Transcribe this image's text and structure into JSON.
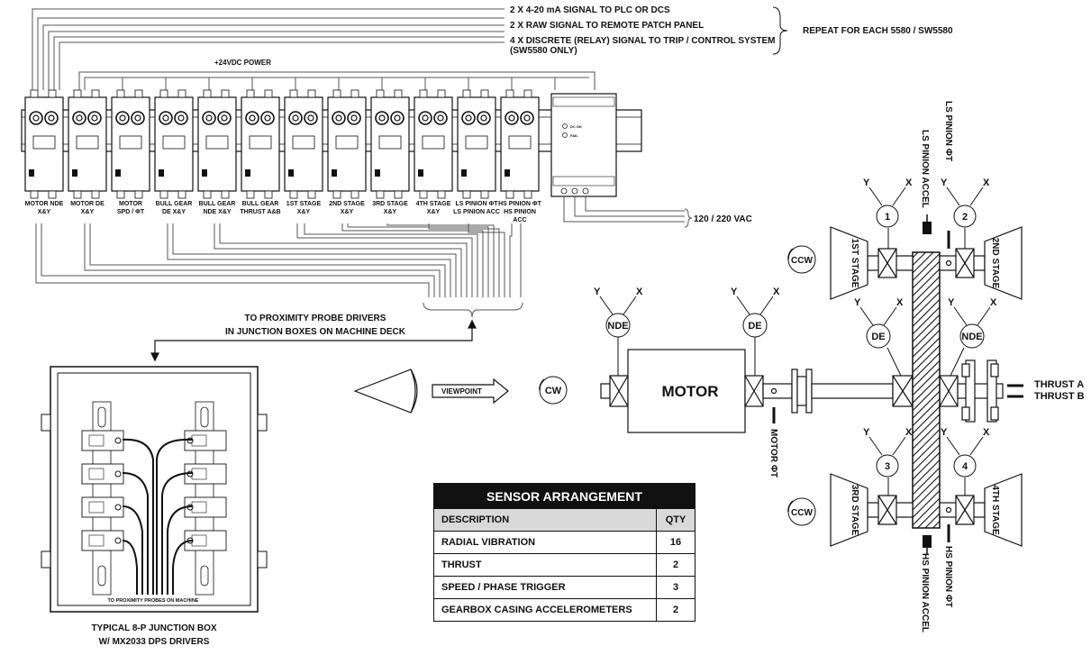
{
  "signals": {
    "line1": "2 X 4-20 mA SIGNAL TO PLC OR DCS",
    "line2": "2 X RAW SIGNAL TO REMOTE PATCH PANEL",
    "line3": "4 X DISCRETE (RELAY) SIGNAL TO TRIP / CONTROL SYSTEM",
    "line4": "(SW5580 ONLY)",
    "repeat": "REPEAT FOR EACH 5580 / SW5580"
  },
  "power_label": "+24VDC POWER",
  "ac_label": "120 / 220 VAC",
  "modules": [
    {
      "line1": "MOTOR NDE",
      "line2": "X&Y"
    },
    {
      "line1": "MOTOR DE",
      "line2": "X&Y"
    },
    {
      "line1": "MOTOR",
      "line2": "SPD / ΦT"
    },
    {
      "line1": "BULL GEAR",
      "line2": "DE X&Y"
    },
    {
      "line1": "BULL GEAR",
      "line2": "NDE X&Y"
    },
    {
      "line1": "BULL GEAR",
      "line2": "THRUST A&B"
    },
    {
      "line1": "1ST STAGE",
      "line2": "X&Y"
    },
    {
      "line1": "2ND STAGE",
      "line2": "X&Y"
    },
    {
      "line1": "3RD STAGE",
      "line2": "X&Y"
    },
    {
      "line1": "4TH STAGE",
      "line2": "X&Y"
    },
    {
      "line1": "LS PINION ΦT",
      "line2": "LS PINION ACC"
    },
    {
      "line1": "HS PINION ΦT",
      "line2": "HS PINION ACC"
    }
  ],
  "psu": {
    "led1": "DC OK",
    "led2": "FAIL"
  },
  "proximity_label_1": "TO PROXIMITY PROBE DRIVERS",
  "proximity_label_2": "IN JUNCTION BOXES ON MACHINE DECK",
  "junction_inner_label": "TO PROXIMITY PROBES ON MACHINE",
  "junction_caption_1": "TYPICAL 8-P JUNCTION BOX",
  "junction_caption_2": "W/ MX2033 DPS DRIVERS",
  "viewpoint": "VIEWPOINT",
  "cw": "CW",
  "ccw": "CCW",
  "motor": "MOTOR",
  "motor_phase": "MOTOR ΦT",
  "axes": {
    "x": "X",
    "y": "Y"
  },
  "probes": {
    "nde": "NDE",
    "de": "DE"
  },
  "stages": {
    "s1": "1ST STAGE",
    "s2": "2ND STAGE",
    "s3": "3RD STAGE",
    "s4": "4TH STAGE"
  },
  "stage_numbers": [
    "1",
    "2",
    "3",
    "4"
  ],
  "ls_pinion_phase": "LS PINION ΦT",
  "ls_pinion_accel": "LS PINION ACCEL",
  "hs_pinion_phase": "HS PINION ΦT",
  "hs_pinion_accel": "HS PINION ACCEL",
  "thrust_a": "THRUST A",
  "thrust_b": "THRUST B",
  "table": {
    "title": "SENSOR ARRANGEMENT",
    "col_desc": "DESCRIPTION",
    "col_qty": "QTY",
    "rows": [
      {
        "desc": "RADIAL VIBRATION",
        "qty": "16"
      },
      {
        "desc": "THRUST",
        "qty": "2"
      },
      {
        "desc": "SPEED / PHASE TRIGGER",
        "qty": "3"
      },
      {
        "desc": "GEARBOX CASING ACCELEROMETERS",
        "qty": "2"
      }
    ]
  }
}
